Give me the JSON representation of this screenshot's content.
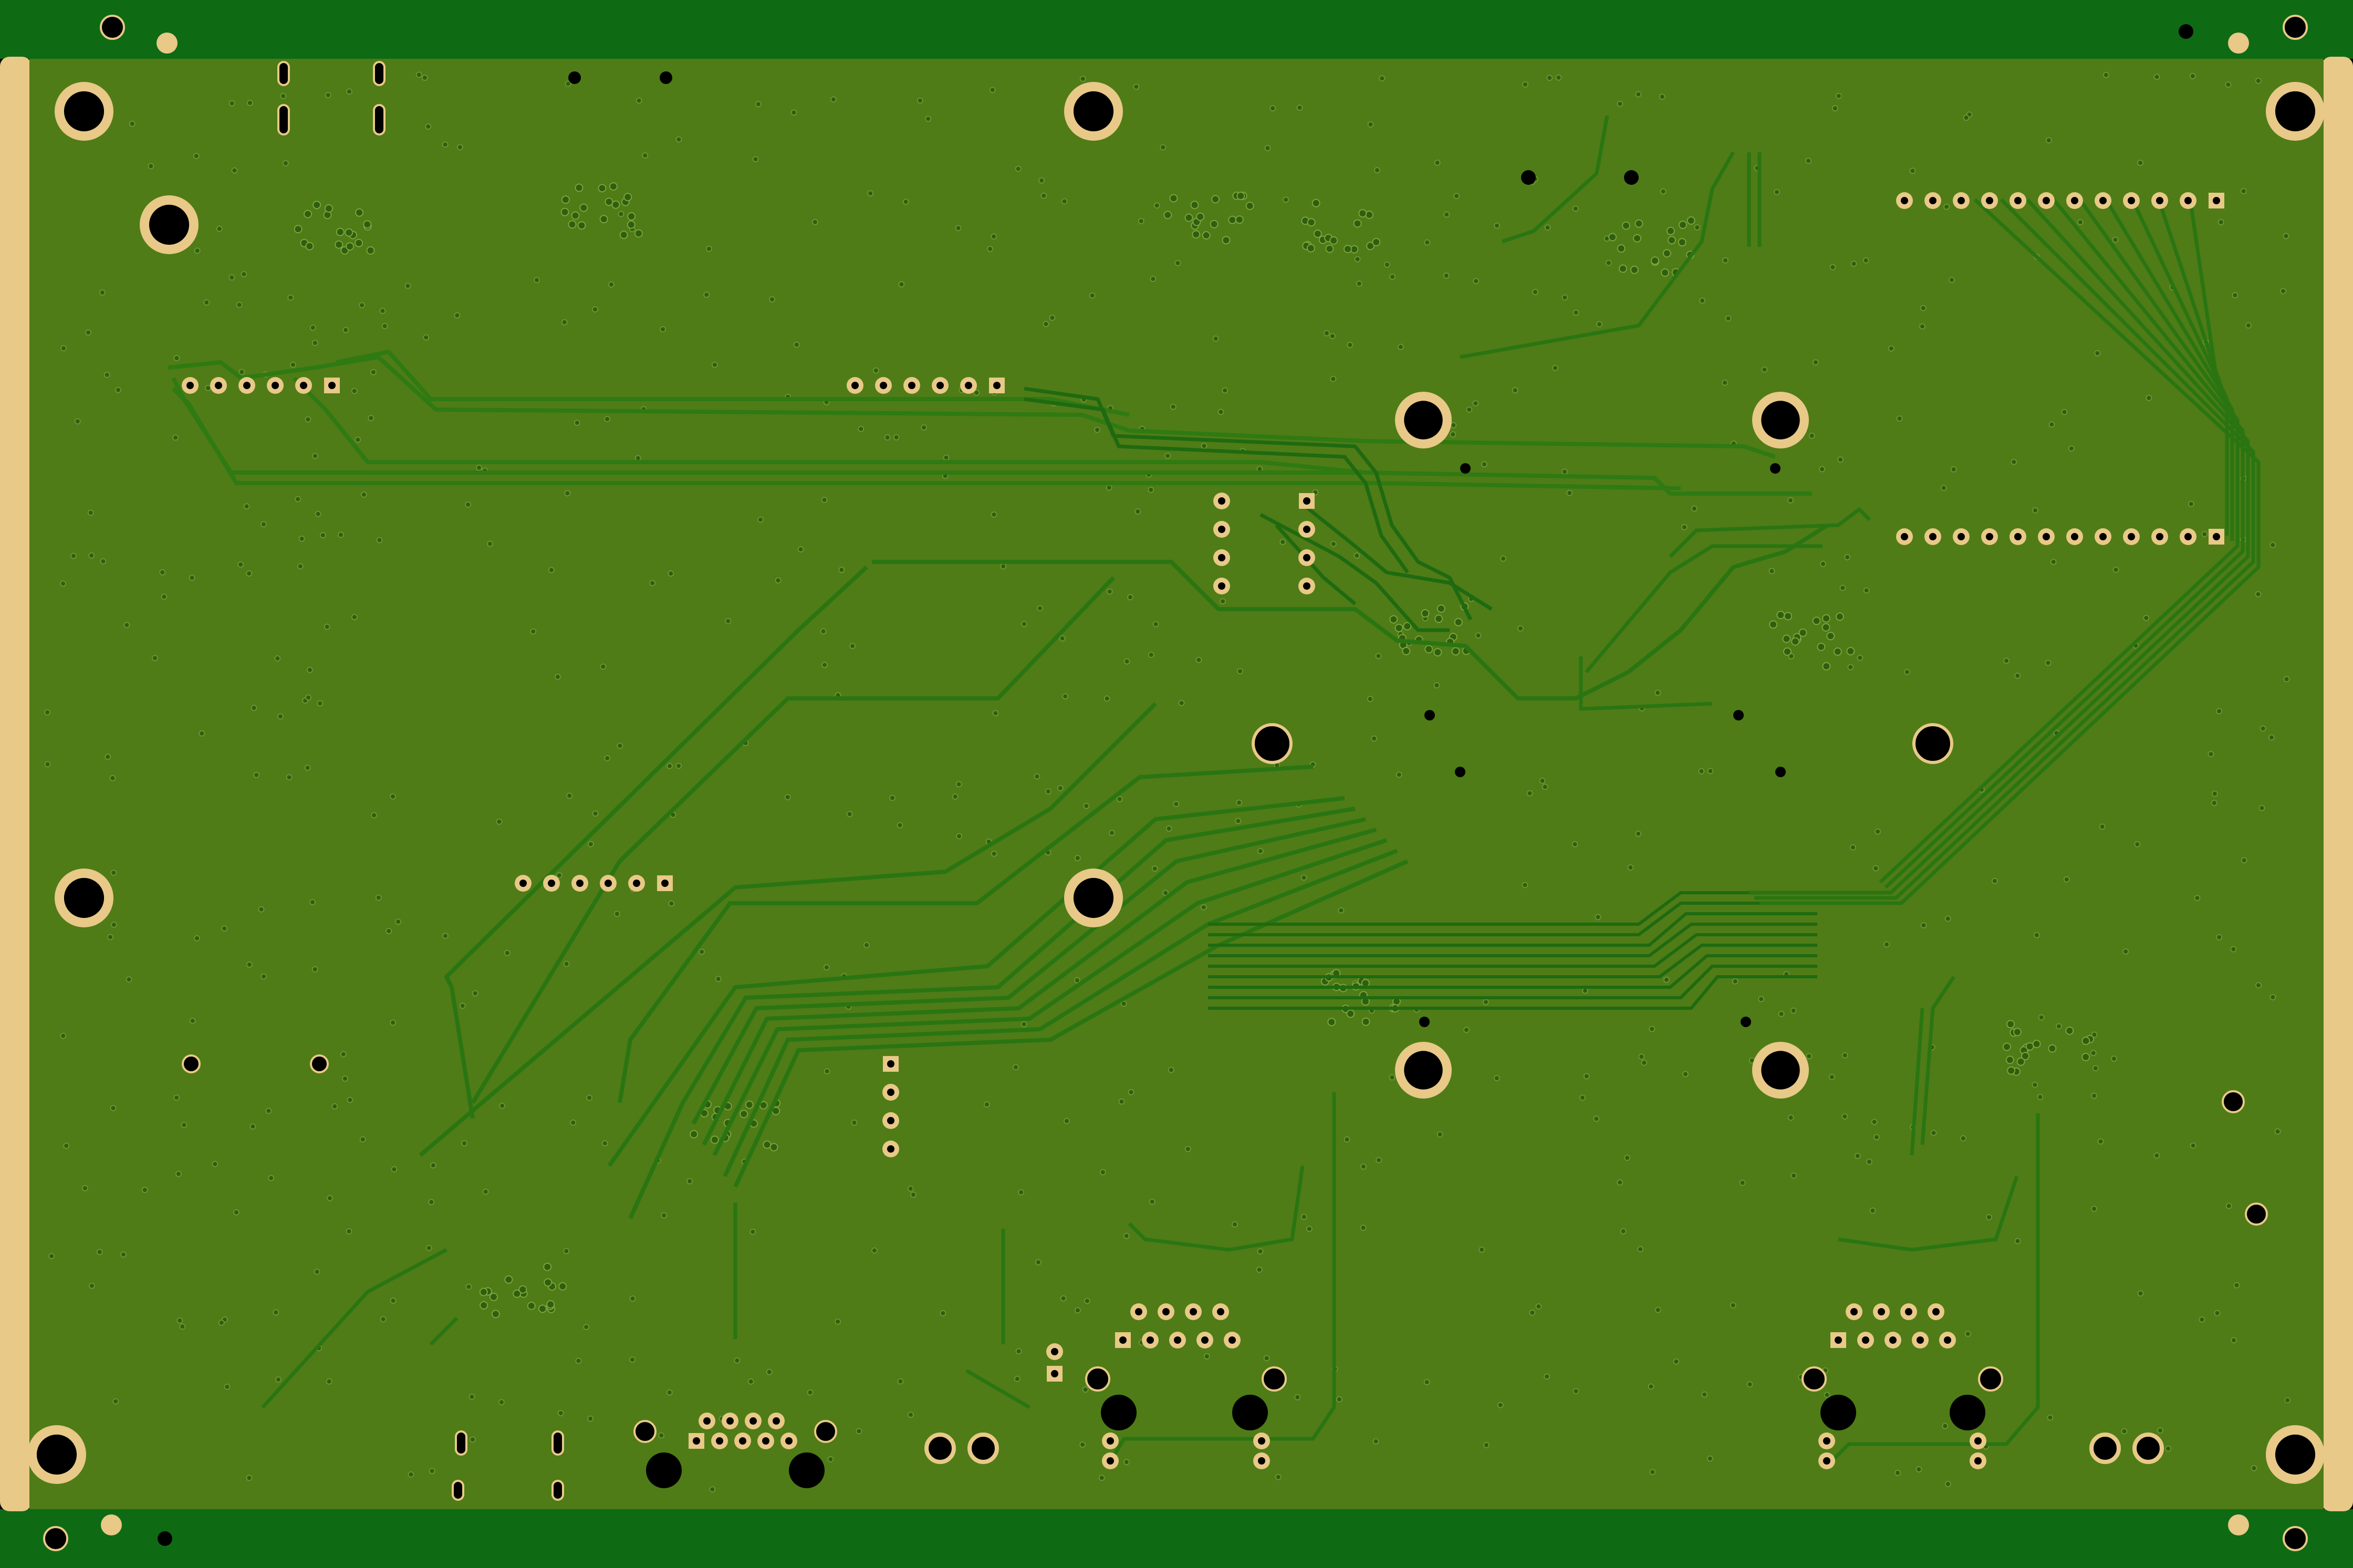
{
  "board": {
    "kind": "printed-circuit-board-render",
    "layer": "bottom-copper",
    "colors": {
      "background": "#000000",
      "rail": "#0f6a14",
      "board_copper": "#4f7c17",
      "trace": "#2f7a12",
      "trace_dark": "#1a5c0e",
      "edge_plating": "#e8c987",
      "pad": "#e8c987",
      "hole": "#000000",
      "via": "#3a6a12"
    },
    "mounting_holes": 14,
    "connectors": [
      {
        "name": "header-top-left",
        "pins": 6
      },
      {
        "name": "header-top-center",
        "pins": 6
      },
      {
        "name": "header-mid-left",
        "pins": 6
      },
      {
        "name": "header-right-upper",
        "pins": 12
      },
      {
        "name": "header-right-lower",
        "pins": 12
      },
      {
        "name": "header-center-left",
        "pins": 4
      },
      {
        "name": "header-center-right",
        "pins": 4
      },
      {
        "name": "header-lower-center",
        "pins": 4
      },
      {
        "name": "ethernet-jack-left",
        "pins": 12
      },
      {
        "name": "ethernet-jack-right",
        "pins": 12
      },
      {
        "name": "usb-connector",
        "pins": 10
      }
    ],
    "text_labels": []
  }
}
